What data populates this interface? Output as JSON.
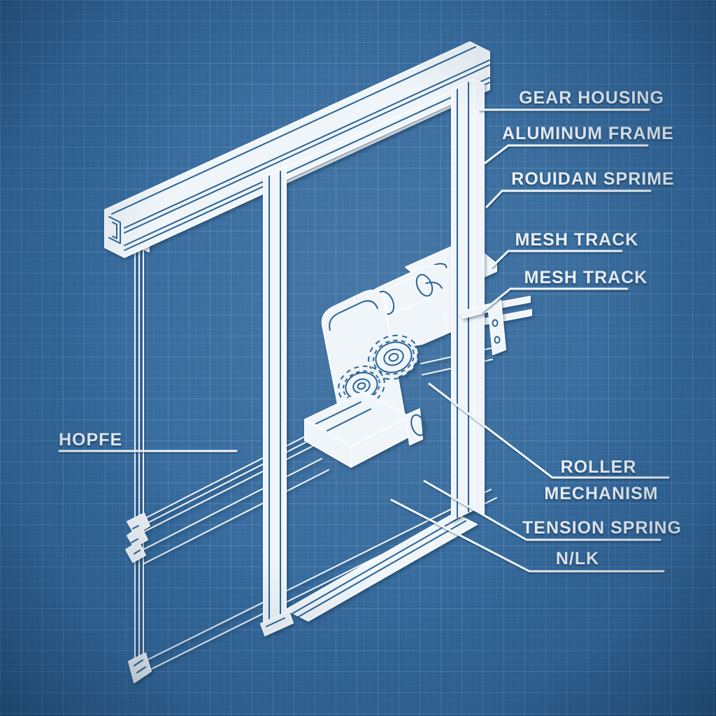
{
  "diagram": {
    "style": {
      "background_color": "#34699c",
      "line_color": "#f2f8fc",
      "detail_line_color": "#2b6396",
      "label_color": "#ecf2f8"
    },
    "callouts": {
      "gear_housing": {
        "label": "GEAR HOUSING"
      },
      "aluminum_frame": {
        "label": "ALUMINUM FRAME"
      },
      "rouidan_sprime": {
        "label": "ROUIDAN SPRIME"
      },
      "mesh_track_1": {
        "label": "MESH TRACK"
      },
      "mesh_track_2": {
        "label": "MESH TRACK"
      },
      "roller_mechanism": {
        "label_line1": "ROLLER",
        "label_line2": "MECHANISM"
      },
      "tension_spring": {
        "label": "TENSION SPRING"
      },
      "nilk": {
        "label": "N/LK"
      },
      "hopfe": {
        "label": "HOPFE"
      }
    }
  }
}
